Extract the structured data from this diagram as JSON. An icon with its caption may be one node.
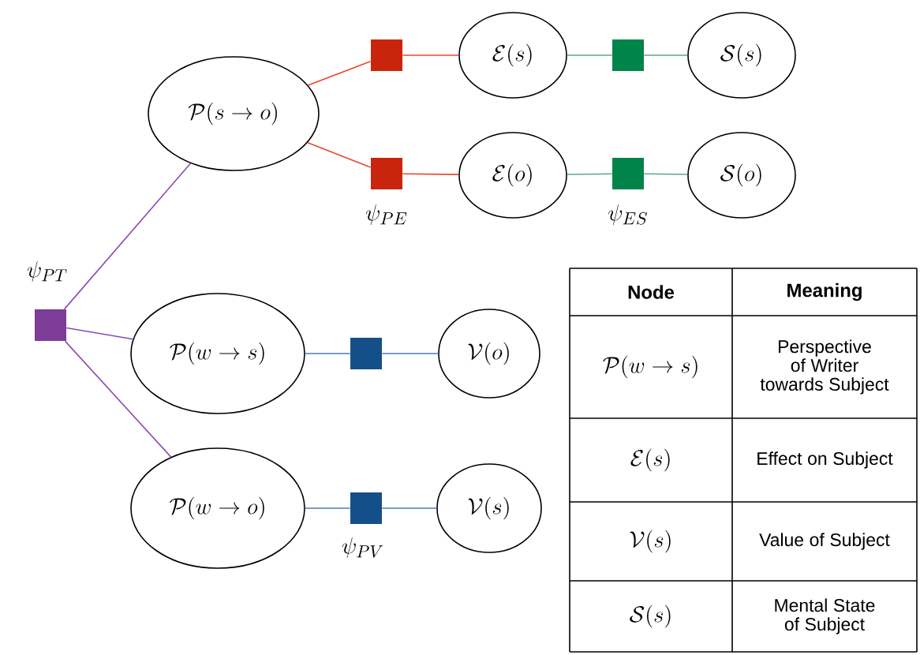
{
  "diagram": {
    "nodes": [
      {
        "text": [
          "\\mathcal{P}(s \\rightarrow o)"
        ]
      },
      {
        "text": [],
        "shape": "box"
      },
      {
        "text": [
          "\\mathcal{E}(s)"
        ]
      },
      {
        "text": [],
        "shape": "box"
      },
      {
        "text": [
          "\\mathcal{S}(s)"
        ]
      },
      {
        "text": [],
        "shape": "box",
        "beside": [
          "\\psi_{PE}"
        ]
      },
      {
        "text": [
          "\\mathcal{E}(o)"
        ]
      },
      {
        "text": [],
        "shape": "box",
        "beside": [
          "\\psi_{ES}"
        ]
      },
      {
        "text": [
          "\\mathcal{S}(o)"
        ]
      },
      {
        "text": [],
        "shape": "box",
        "beside": [
          "\\psi_{PT}"
        ]
      },
      {
        "text": [
          "\\mathcal{P}(w \\rightarrow s)"
        ]
      },
      {
        "text": [],
        "shape": "box"
      },
      {
        "text": [
          "\\mathcal{V}(o)"
        ]
      },
      {
        "text": [
          "\\mathcal{P}(w \\rightarrow o)"
        ]
      },
      {
        "text": [],
        "shape": "box",
        "beside": [
          "\\psi_{PV}"
        ]
      },
      {
        "text": [
          "\\mathcal{V}(s)"
        ]
      }
    ],
    "edges": [
      {
        "from": 0,
        "to": 1,
        "arrow": "none",
        "color": "#f0442c"
      },
      {
        "from": 1,
        "to": 2,
        "arrow": "none",
        "color": "#f0442c"
      },
      {
        "from": 2,
        "to": 3,
        "arrow": "none",
        "color": "#5aa888"
      },
      {
        "from": 3,
        "to": 4,
        "arrow": "none",
        "color": "#5aa888"
      },
      {
        "from": 0,
        "to": 5,
        "arrow": "none",
        "color": "#f0442c"
      },
      {
        "from": 5,
        "to": 6,
        "arrow": "none",
        "color": "#f0442c"
      },
      {
        "from": 6,
        "to": 7,
        "arrow": "none",
        "color": "#5aa888"
      },
      {
        "from": 7,
        "to": 8,
        "arrow": "none",
        "color": "#5aa888"
      },
      {
        "from": 9,
        "to": 0,
        "arrow": "none",
        "color": "#8a4cb8"
      },
      {
        "from": 9,
        "to": 10,
        "arrow": "none",
        "color": "#8a4cb8"
      },
      {
        "from": 9,
        "to": 13,
        "arrow": "none",
        "color": "#8a4cb8"
      },
      {
        "from": 10,
        "to": 11,
        "arrow": "none",
        "color": "#4a7eb8"
      },
      {
        "from": 11,
        "to": 12,
        "arrow": "none",
        "color": "#4a7eb8"
      },
      {
        "from": 13,
        "to": 14,
        "arrow": "none",
        "color": "#4a7eb8"
      },
      {
        "from": 14,
        "to": 15,
        "arrow": "none",
        "color": "#4a7eb8"
      }
    ],
    "labels": [
      "Node",
      "Meaning",
      "\\mathcal{P}(w \\rightarrow s)",
      "Perspective of Writer towards Subject",
      "\\mathcal{E}(s)",
      "Effect on Subject",
      "\\mathcal{V}(s)",
      "Value of Subject",
      "\\mathcal{S}(s)",
      "Mental State of Subject"
    ]
  }
}
